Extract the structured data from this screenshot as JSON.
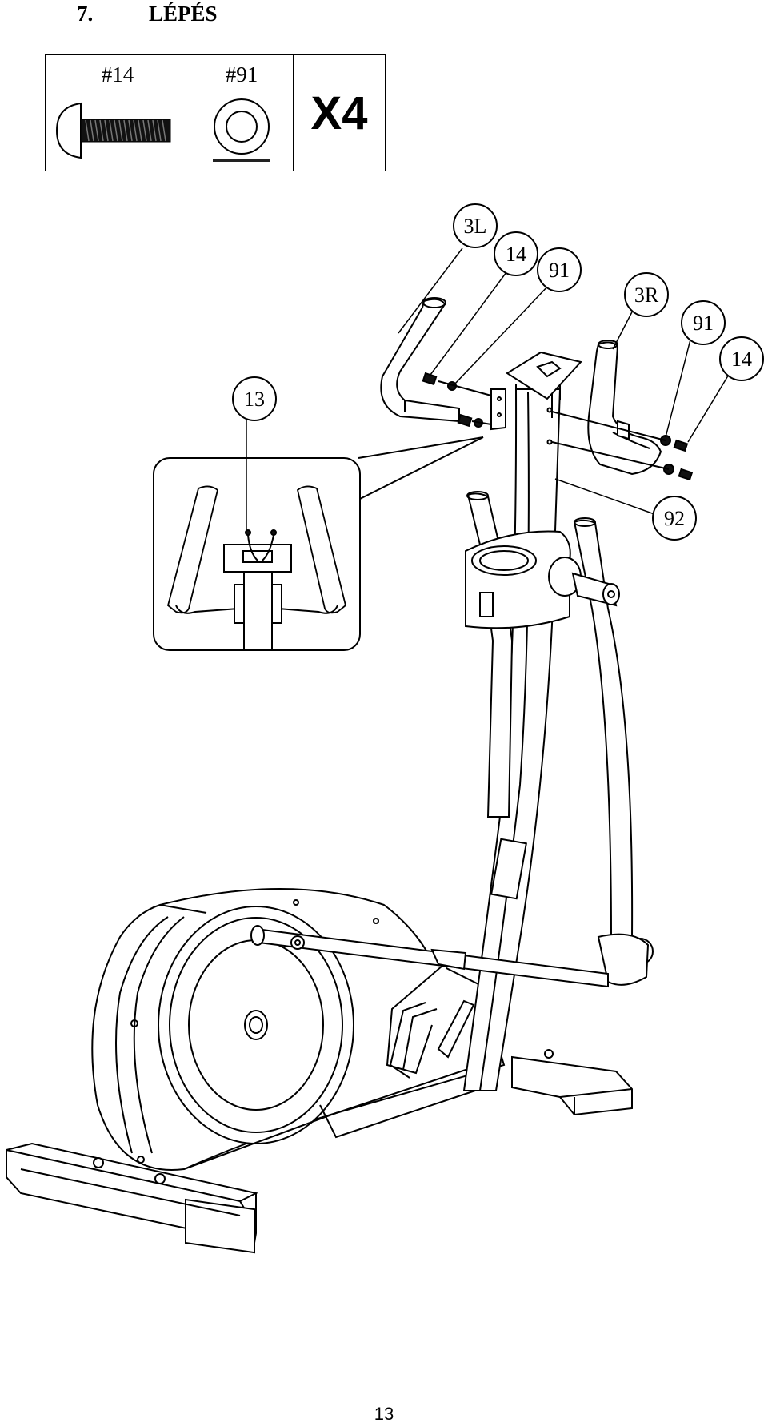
{
  "step": {
    "number": "7.",
    "title": "LÉPÉS"
  },
  "parts": {
    "items": [
      {
        "label": "#14",
        "icon": "bolt-icon"
      },
      {
        "label": "#91",
        "icon": "washer-icon"
      }
    ],
    "quantity": "X4"
  },
  "callouts": {
    "c3L": "3L",
    "c14a": "14",
    "c91a": "91",
    "c3R": "3R",
    "c91b": "91",
    "c14b": "14",
    "c13": "13",
    "c92": "92"
  },
  "page_number": "13"
}
